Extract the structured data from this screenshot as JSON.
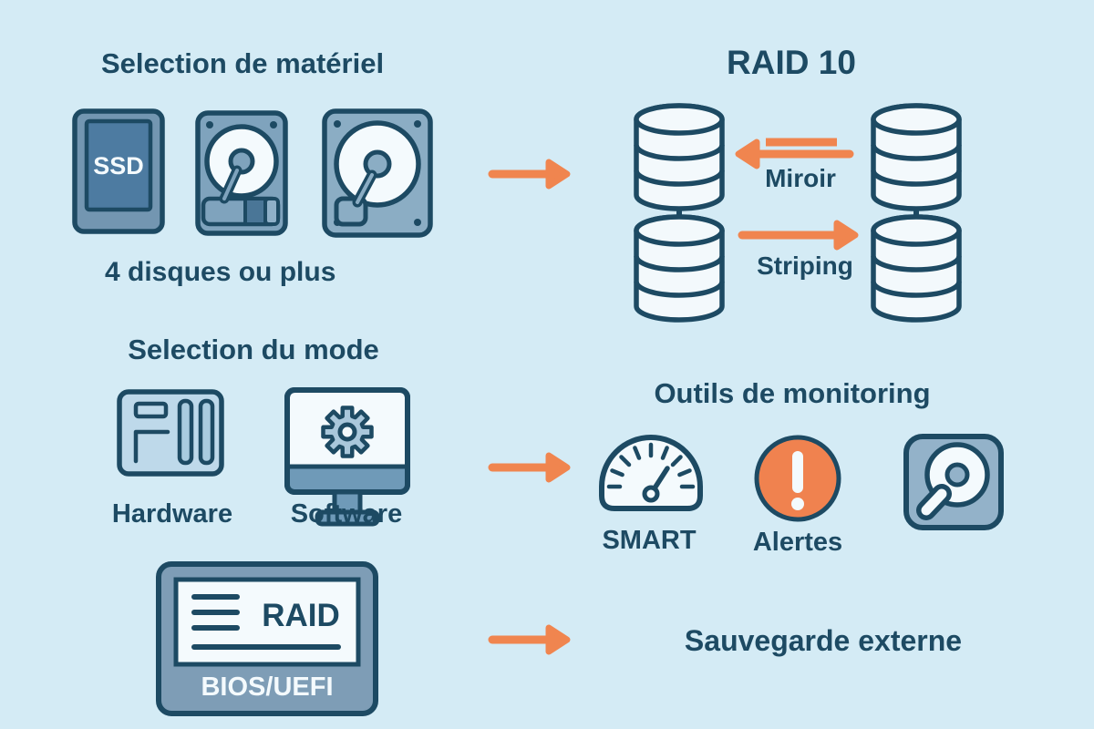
{
  "colors": {
    "background": "#d4ebf5",
    "navy": "#1d4a63",
    "orange": "#f0854f",
    "alert_fill": "#f0824f",
    "icon_blue_dark": "#4d7ba1",
    "icon_blue_mid": "#7fa3bd",
    "icon_blue_light": "#bed9ea",
    "panel_blue": "#7e9db6",
    "off_white": "#f4fafd"
  },
  "sections": {
    "hardware_selection": {
      "title": "Selection de matériel",
      "subtitle": "4 disques ou plus",
      "ssd_label": "SSD"
    },
    "raid10": {
      "title": "RAID 10",
      "mirror_label": "Miroir",
      "striping_label": "Striping"
    },
    "mode_selection": {
      "title": "Selection du mode",
      "hardware_label": "Hardware",
      "software_label": "Software"
    },
    "monitoring": {
      "title": "Outils de monitoring",
      "smart_label": "SMART",
      "alerts_label": "Alertes"
    },
    "bios": {
      "screen_label": "RAID",
      "device_label": "BIOS/UEFI"
    },
    "backup": {
      "label": "Sauvegarde externe"
    }
  },
  "icons": {
    "ssd": "ssd-drive",
    "hdd": "hard-disk-drive",
    "raid_stack": "database-cylinder-stack",
    "hardware": "raid-controller-card",
    "software": "monitor-with-gear",
    "smart": "speedometer-gauge",
    "alerts": "exclamation-circle",
    "disk_check": "disk-with-magnifier",
    "bios": "bios-setup-screen",
    "flow_arrow": "orange-right-arrow",
    "mirror_arrow": "orange-left-arrow",
    "striping_arrow": "orange-right-arrow"
  }
}
